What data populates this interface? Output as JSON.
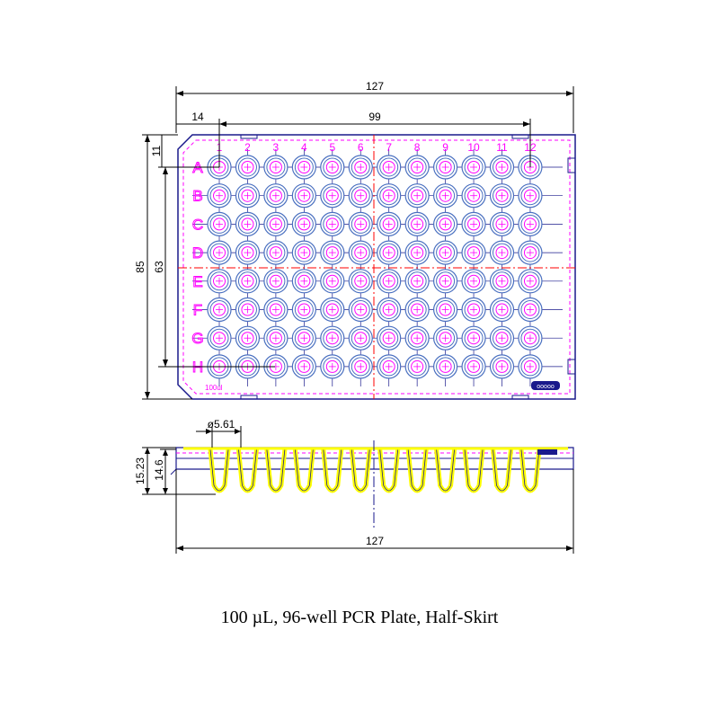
{
  "caption": "100 µL, 96-well PCR Plate, Half-Skirt",
  "top_view": {
    "dim_overall_width": "127",
    "dim_a1_offset_x": "14",
    "dim_well_span_x": "99",
    "dim_a1_offset_y": "11",
    "dim_well_span_y": "63",
    "dim_overall_height": "85",
    "columns": [
      "1",
      "2",
      "3",
      "4",
      "5",
      "6",
      "7",
      "8",
      "9",
      "10",
      "11",
      "12"
    ],
    "rows": [
      "A",
      "B",
      "C",
      "D",
      "E",
      "F",
      "G",
      "H"
    ],
    "volume_mark": "100ul",
    "logo_mark": "ooooo"
  },
  "side_view": {
    "dim_well_diameter": "ø5.61",
    "dim_total_height": "15.23",
    "dim_well_depth": "14.6",
    "dim_overall_width": "127",
    "well_count": 12
  },
  "colors": {
    "outline": "#1a1a8c",
    "well_ring": "#4a70c0",
    "label": "#ff00ff",
    "centerline": "#ff0000",
    "tube": "#ffff00",
    "dimension": "#000000"
  }
}
